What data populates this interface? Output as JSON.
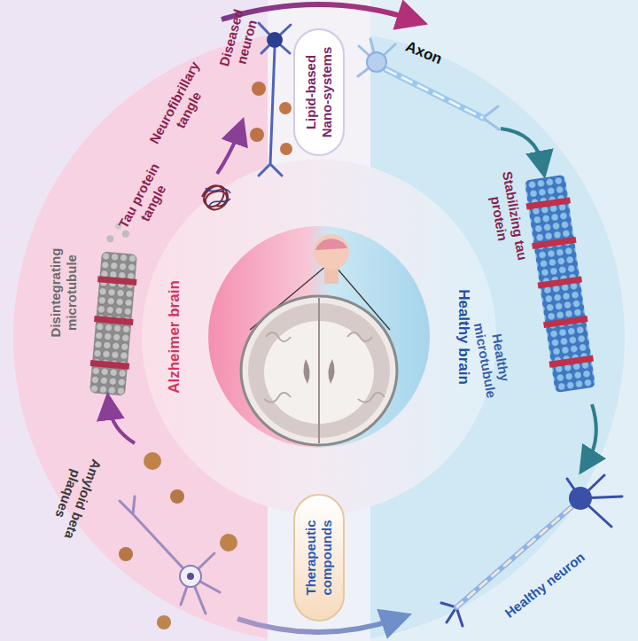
{
  "diagram": {
    "nodes": [
      {
        "text": [
          "Lipid-based Nano-systems"
        ]
      },
      {
        "text": [
          "Therapeutic compounds"
        ]
      }
    ],
    "labels": [
      "Amyloid beta plaques",
      "Disintegrating microtubule",
      "Tau protein tangle",
      "Neurofibrillary tangle",
      "Diseased neuron",
      "Axon",
      "Stabilizing tau protein",
      "Healthy microtubule",
      "Healthy neuron",
      "Alzheimer brain",
      "Healthy brain"
    ]
  }
}
